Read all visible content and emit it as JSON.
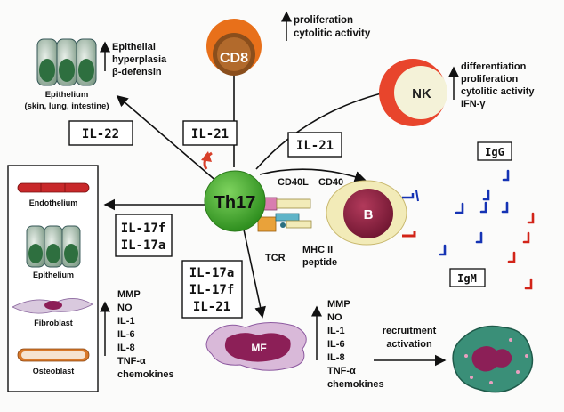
{
  "center": {
    "label": "Th17"
  },
  "cd8": {
    "label": "CD8",
    "effects": [
      "proliferation",
      "cytolitic activity"
    ]
  },
  "epithelial": {
    "tissue_label": "Epithelium",
    "tissue_sublabel": "(skin, lung, intestine)",
    "effects": [
      "Epithelial",
      "hyperplasia",
      "β-defensin"
    ]
  },
  "nk": {
    "label": "NK",
    "effects": [
      "differentiation",
      "proliferation",
      "cytolitic activity",
      "IFN-γ"
    ]
  },
  "cytokine_boxes": {
    "il22": "IL-22",
    "il21_top": "IL-21",
    "il21_right": "IL-21",
    "il17f_a": [
      "IL-17f",
      "IL-17a"
    ],
    "il17_group": [
      "IL-17a",
      "IL-17f",
      "IL-21"
    ]
  },
  "bcell": {
    "label": "B",
    "cd40l": "CD40L",
    "cd40": "CD40",
    "tcr": "TCR",
    "mhc": [
      "MHC II",
      "peptide"
    ]
  },
  "antibodies": {
    "igg": "IgG",
    "igm": "IgM"
  },
  "stromal": {
    "cells": [
      "Endothelium",
      "Epithelium",
      "Fibroblast",
      "Osteoblast"
    ],
    "mediators": [
      "MMP",
      "NO",
      "IL-1",
      "IL-6",
      "IL-8",
      "TNF-α",
      "chemokines"
    ]
  },
  "macrophage": {
    "label": "MF",
    "mediators": [
      "MMP",
      "NO",
      "IL-1",
      "IL-6",
      "IL-8",
      "TNF-α",
      "chemokines"
    ],
    "outcome": [
      "recruitment",
      "activation"
    ]
  },
  "colors": {
    "cd8_outer": "#e8701a",
    "cd8_inner": "#8a4e1c",
    "th17_fill": "#3fae2a",
    "nk_outer": "#e8452c",
    "nk_inner": "#f4f2d8",
    "bcell_fill": "#8a1f3c",
    "bcell_ring": "#f2ebb8",
    "igg_color": "#1533b4",
    "igm_color": "#d22418",
    "macrophage_fill": "#8c1f57",
    "neutrophil_fill": "#3a8f78",
    "endothelium_fill": "#c8282a",
    "osteoblast_fill": "#d9792a",
    "epithelium_fill": "#2e6f3f"
  }
}
